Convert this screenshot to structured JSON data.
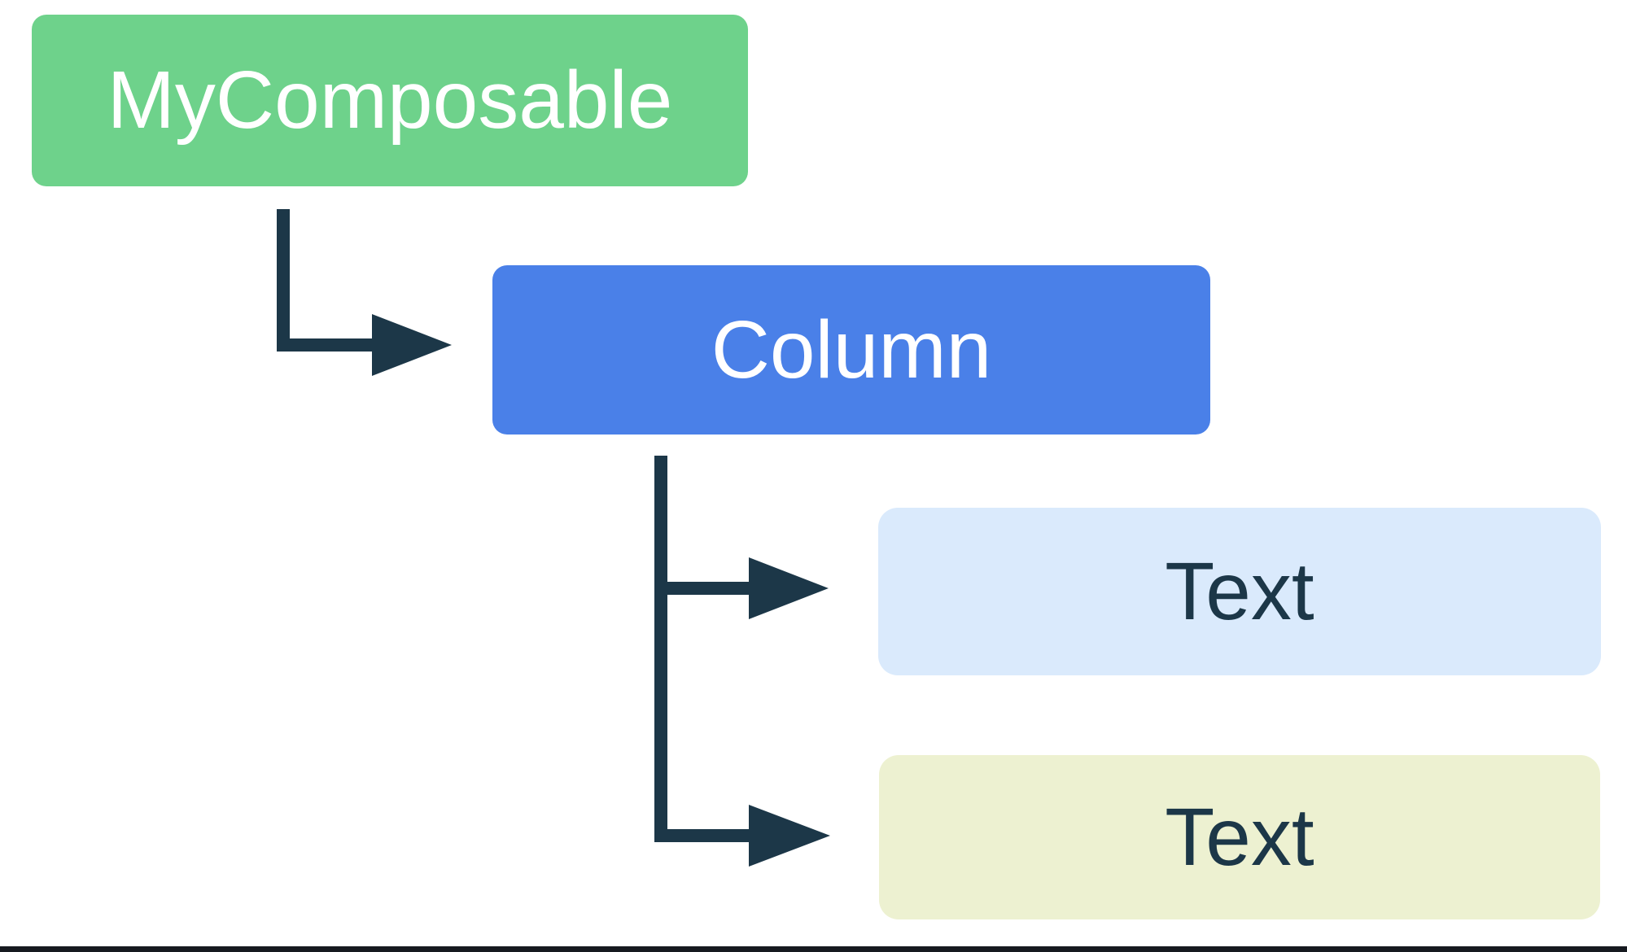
{
  "diagram": {
    "description": "UI tree diagram: MyComposable emits a Column containing two Text children",
    "nodes": [
      {
        "id": "mycomposable",
        "label": "MyComposable",
        "bg": "#6ed28b",
        "fg": "#ffffff"
      },
      {
        "id": "column",
        "label": "Column",
        "bg": "#4a80e8",
        "fg": "#ffffff"
      },
      {
        "id": "text-1",
        "label": "Text",
        "bg": "#daeafc",
        "fg": "#1c3748"
      },
      {
        "id": "text-2",
        "label": "Text",
        "bg": "#edf1d1",
        "fg": "#1c3748"
      }
    ],
    "edges": [
      {
        "from": "mycomposable",
        "to": "column"
      },
      {
        "from": "column",
        "to": "text-1"
      },
      {
        "from": "column",
        "to": "text-2"
      }
    ],
    "connector_color": "#1c3748",
    "bottom_rule_color": "#161a20",
    "background_color": "#ffffff"
  }
}
